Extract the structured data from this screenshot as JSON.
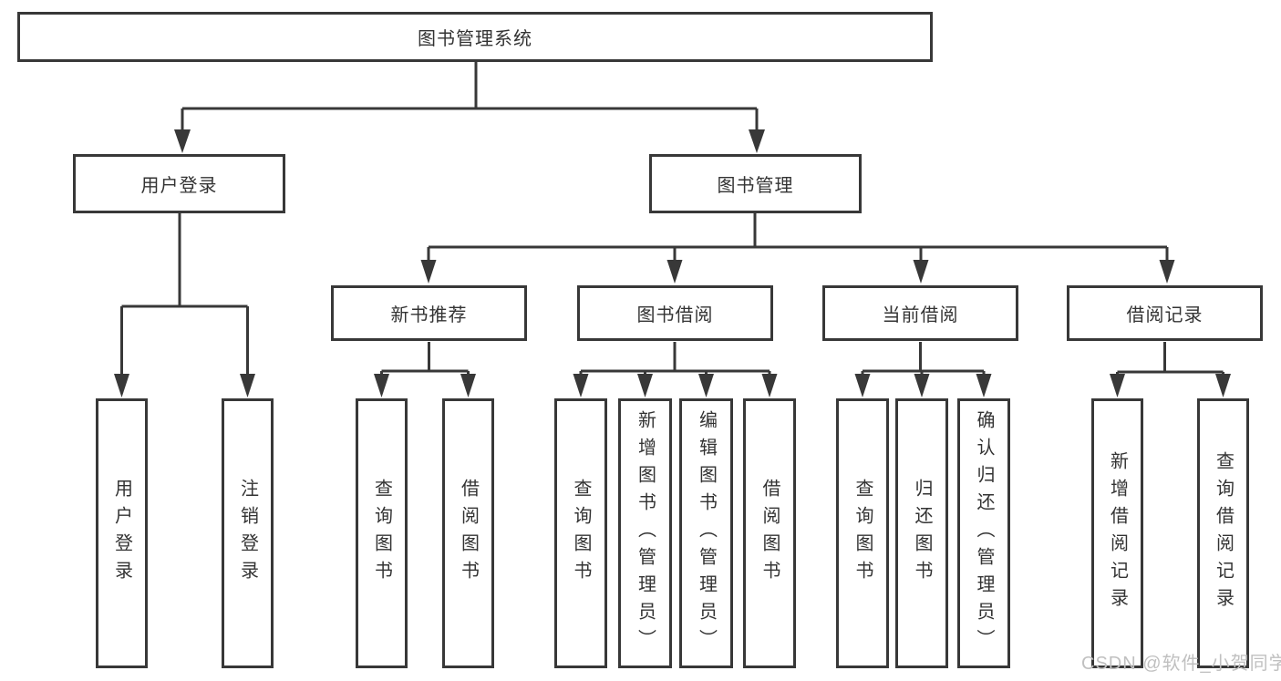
{
  "diagram_type": "hierarchy-tree",
  "tree": {
    "label": "图书管理系统",
    "children": [
      {
        "label": "用户登录",
        "children": [
          {
            "label": "用户登录"
          },
          {
            "label": "注销登录"
          }
        ]
      },
      {
        "label": "图书管理",
        "children": [
          {
            "label": "新书推荐",
            "children": [
              {
                "label": "查询图书"
              },
              {
                "label": "借阅图书"
              }
            ]
          },
          {
            "label": "图书借阅",
            "children": [
              {
                "label": "查询图书"
              },
              {
                "label": "新增图书（管理员）"
              },
              {
                "label": "编辑图书（管理员）"
              },
              {
                "label": "借阅图书"
              }
            ]
          },
          {
            "label": "当前借阅",
            "children": [
              {
                "label": "查询图书"
              },
              {
                "label": "归还图书"
              },
              {
                "label": "确认归还（管理员）"
              }
            ]
          },
          {
            "label": "借阅记录",
            "children": [
              {
                "label": "新增借阅记录"
              },
              {
                "label": "查询借阅记录"
              }
            ]
          }
        ]
      }
    ]
  },
  "watermark": {
    "text": "CSDN @软件_小贺同学"
  },
  "colors": {
    "line": "#383838",
    "text": "#333333",
    "watermark": "#c0c0c0",
    "background": "#ffffff"
  }
}
